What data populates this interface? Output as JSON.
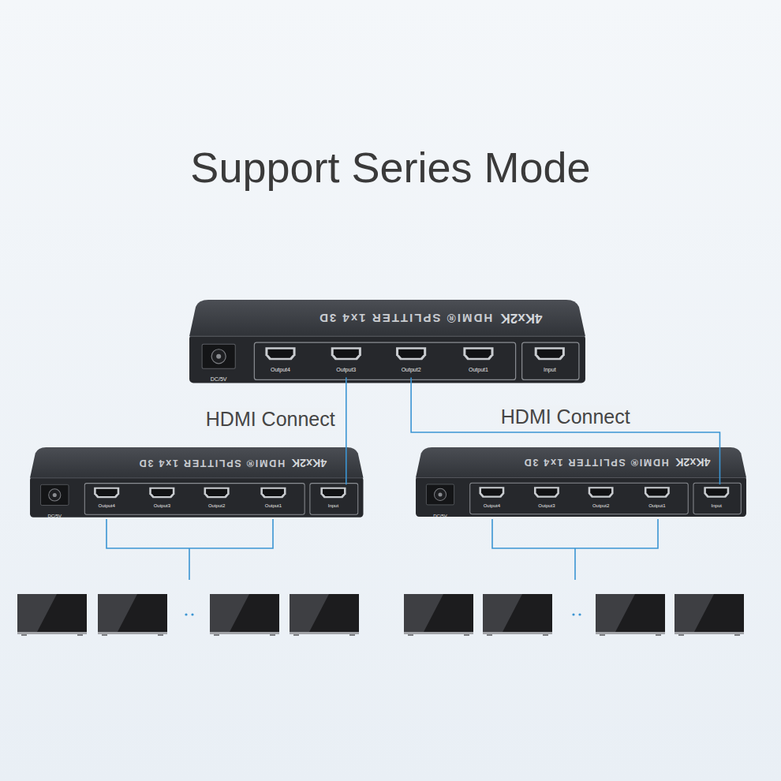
{
  "diagram": {
    "title": "Support Series Mode",
    "nodes": [
      {
        "text": [
          "4Kx2K",
          "HDMI® SPLITTER 1x4 3D",
          "DC/5V"
        ]
      },
      {
        "text": [
          "Output4"
        ],
        "in": 0
      },
      {
        "text": [
          "Output3"
        ],
        "in": 0
      },
      {
        "text": [
          "Output2"
        ],
        "in": 0
      },
      {
        "text": [
          "Output1"
        ],
        "in": 0
      },
      {
        "text": [
          "Input"
        ],
        "in": 0
      },
      {
        "text": [
          "4Kx2K",
          "HDMI® SPLITTER 1x4 3D",
          "DC/5V"
        ]
      },
      {
        "text": [
          "Output4"
        ],
        "in": 6
      },
      {
        "text": [
          "Output3"
        ],
        "in": 6
      },
      {
        "text": [
          "Output2"
        ],
        "in": 6
      },
      {
        "text": [
          "Output1"
        ],
        "in": 6
      },
      {
        "text": [
          "Input"
        ],
        "in": 6
      },
      {
        "text": [
          "4Kx2K",
          "HDMI® SPLITTER 1x4 3D",
          "DC/5V"
        ]
      },
      {
        "text": [
          "Output4"
        ],
        "in": 12
      },
      {
        "text": [
          "Output3"
        ],
        "in": 12
      },
      {
        "text": [
          "Output2"
        ],
        "in": 12
      },
      {
        "text": [
          "Output1"
        ],
        "in": 12
      },
      {
        "text": [
          "Input"
        ],
        "in": 12
      }
    ],
    "edges": [
      {
        "from": 2,
        "to": 11,
        "arrow": "none",
        "label": "HDMI Connect"
      },
      {
        "from": 3,
        "to": 17,
        "arrow": "none",
        "label": "HDMI Connect"
      }
    ]
  }
}
